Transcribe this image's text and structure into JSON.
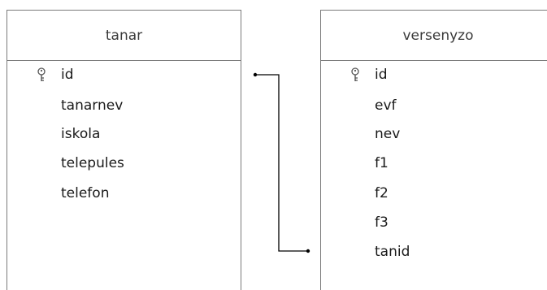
{
  "tables": [
    {
      "name": "tanar",
      "fields": [
        {
          "label": "id",
          "primary_key": true
        },
        {
          "label": "tanarnev",
          "primary_key": false
        },
        {
          "label": "iskola",
          "primary_key": false
        },
        {
          "label": "telepules",
          "primary_key": false
        },
        {
          "label": "telefon",
          "primary_key": false
        }
      ]
    },
    {
      "name": "versenyzo",
      "fields": [
        {
          "label": "id",
          "primary_key": true
        },
        {
          "label": "evf",
          "primary_key": false
        },
        {
          "label": "nev",
          "primary_key": false
        },
        {
          "label": "f1",
          "primary_key": false
        },
        {
          "label": "f2",
          "primary_key": false
        },
        {
          "label": "f3",
          "primary_key": false
        },
        {
          "label": "tanid",
          "primary_key": false
        }
      ]
    }
  ],
  "relationship": {
    "from_table": "tanar",
    "from_field": "id",
    "to_table": "versenyzo",
    "to_field": "tanid"
  },
  "icons": {
    "primary_key": "key-icon"
  },
  "colors": {
    "border": "#7a7a7a",
    "line": "#000000"
  }
}
